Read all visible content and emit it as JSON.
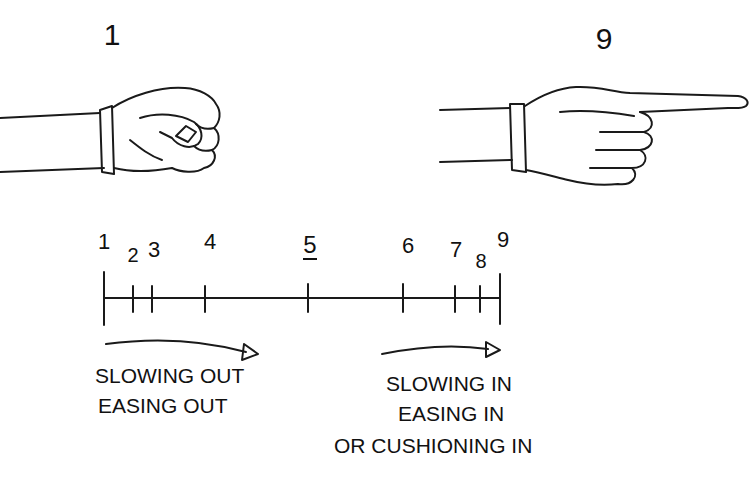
{
  "diagram": {
    "labels": [
      "1",
      "9",
      "1",
      "2",
      "3",
      "4",
      "5",
      "6",
      "7",
      "8",
      "9",
      "SLOWING OUT",
      "EASING OUT",
      "SLOWING IN",
      "EASING IN",
      "OR CUSHIONING IN"
    ]
  }
}
